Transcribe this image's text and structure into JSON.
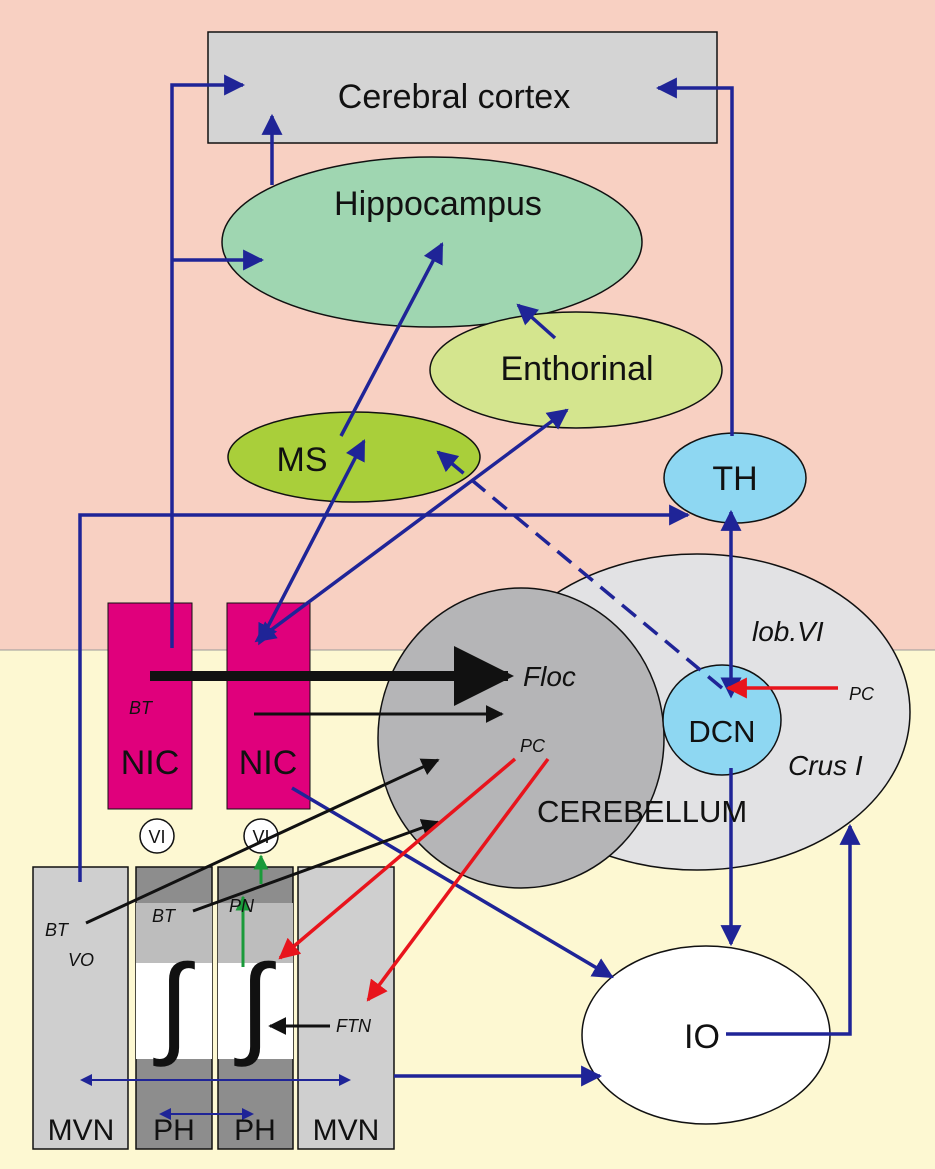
{
  "colors": {
    "upper_bg": "#f8d0c2",
    "lower_bg": "#fdf8d2",
    "cortex": "#d4d4d4",
    "hippocampus": "#9fd6b1",
    "enthorinal": "#d4e58e",
    "ms": "#a9cf3a",
    "th_dcn": "#8ed7f2",
    "cerebellum": "#e2e2e4",
    "floc": "#b5b5b7",
    "nic": "#e0007c",
    "mvn": "#cfcfcf",
    "ph_dark": "#8d8d8d",
    "io": "#ffffff",
    "blue_pathway": "#1f2497",
    "red_pathway": "#e8141c",
    "green_pathway": "#1a9a3a"
  },
  "labels": {
    "cerebral_cortex": "Cerebral cortex",
    "hippocampus": "Hippocampus",
    "enthorinal": "Enthorinal",
    "ms": "MS",
    "th": "TH",
    "lob_vi": "lob.VI",
    "floc": "Floc",
    "pc_floc": "PC",
    "pc_dcn": "PC",
    "dcn": "DCN",
    "crus": "Crus I",
    "cerebellum": "CEREBELLUM",
    "bt_nic": "BT",
    "nic_left": "NIC",
    "nic_right": "NIC",
    "vi_left": "VI",
    "vi_right": "VI",
    "bt_mvn": "BT",
    "vo": "VO",
    "bt_ph": "BT",
    "pn": "PN",
    "ftn": "FTN",
    "integral_left": "∫",
    "integral_right": "∫",
    "io": "IO",
    "mvn_left": "MVN",
    "ph_left": "PH",
    "ph_right": "PH",
    "mvn_right": "MVN"
  }
}
